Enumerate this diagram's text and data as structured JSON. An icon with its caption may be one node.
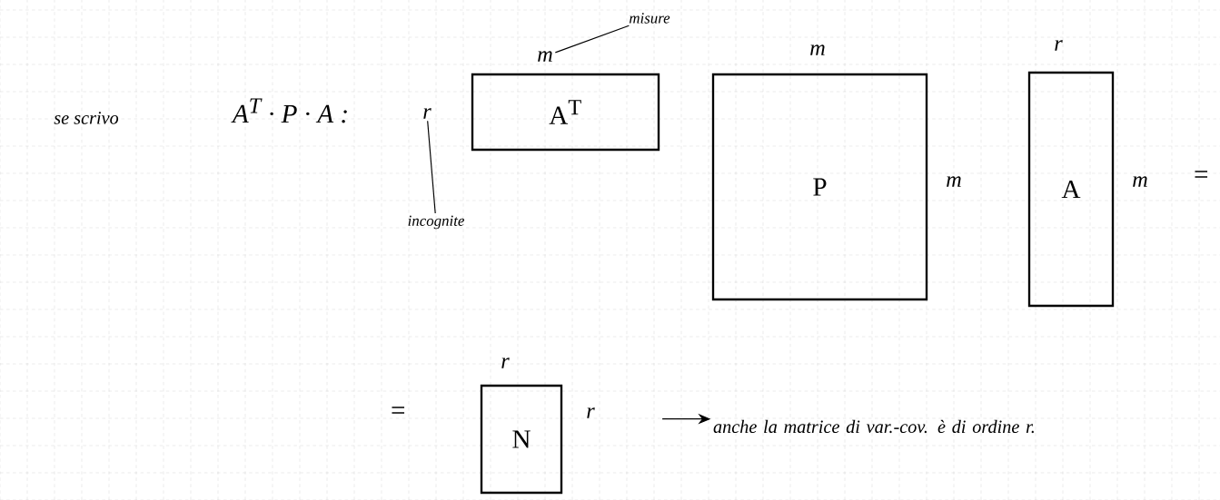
{
  "diagram": {
    "nodes": [
      {
        "text": [
          "A$^{T}$"
        ]
      },
      {
        "text": [
          "P"
        ]
      },
      {
        "text": [
          "A"
        ]
      },
      {
        "text": [
          "N"
        ]
      },
      {
        "text": [
          "r"
        ]
      },
      {
        "text": [
          "incognite"
        ]
      },
      {
        "text": [
          "m"
        ]
      },
      {
        "text": [
          "misure"
        ]
      },
      {
        "text": [
          "anche la matrice di var.-cov. è di ordine r."
        ]
      }
    ],
    "edges": [
      {
        "from": 5,
        "to": 4,
        "arrow": "none"
      },
      {
        "from": 7,
        "to": 6,
        "arrow": "none"
      },
      {
        "from": null,
        "to": 8,
        "arrow": "to"
      }
    ],
    "labels": [
      "se scrivo",
      "A$^{T}$ · P · A :",
      "m",
      "m",
      "r",
      "m",
      "=",
      "=",
      "r",
      "r"
    ]
  }
}
